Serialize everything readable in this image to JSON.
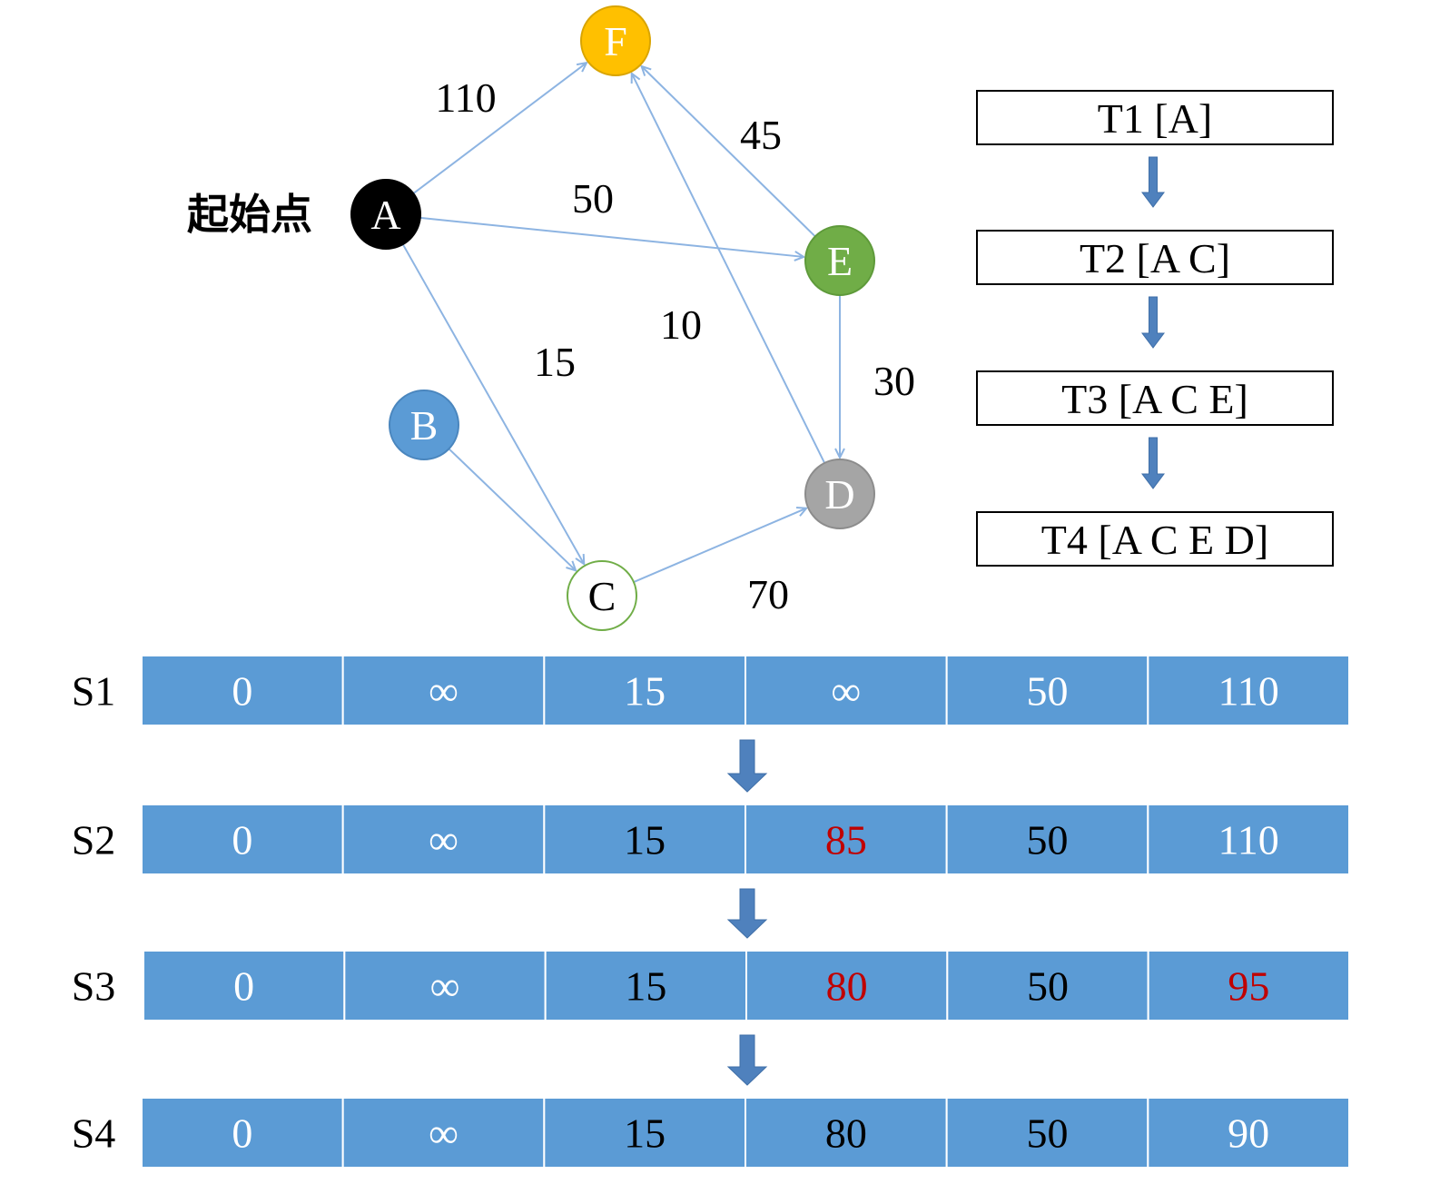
{
  "graph": {
    "start_label": "起始点",
    "nodes": [
      {
        "id": "A",
        "label": "A",
        "fill": "#000000",
        "stroke": "#000000",
        "text": "#ffffff"
      },
      {
        "id": "B",
        "label": "B",
        "fill": "#5B9BD5",
        "stroke": "#4A86BE",
        "text": "#ffffff"
      },
      {
        "id": "C",
        "label": "C",
        "fill": "#ffffff",
        "stroke": "#70AD47",
        "text": "#000000"
      },
      {
        "id": "D",
        "label": "D",
        "fill": "#A5A5A5",
        "stroke": "#8C8C8C",
        "text": "#ffffff"
      },
      {
        "id": "E",
        "label": "E",
        "fill": "#70AD47",
        "stroke": "#5E9A3A",
        "text": "#ffffff"
      },
      {
        "id": "F",
        "label": "F",
        "fill": "#FFC000",
        "stroke": "#D9A400",
        "text": "#ffffff"
      }
    ],
    "edges": [
      {
        "from": "A",
        "to": "F",
        "weight": "110"
      },
      {
        "from": "A",
        "to": "E",
        "weight": "50"
      },
      {
        "from": "A",
        "to": "C",
        "weight": "15"
      },
      {
        "from": "B",
        "to": "C",
        "weight": ""
      },
      {
        "from": "C",
        "to": "D",
        "weight": "70"
      },
      {
        "from": "E",
        "to": "F",
        "weight": "45"
      },
      {
        "from": "D",
        "to": "F",
        "weight": "10"
      },
      {
        "from": "E",
        "to": "D",
        "weight": "30"
      }
    ]
  },
  "steps": [
    "T1 [A]",
    "T2 [A C]",
    "T3 [A C E]",
    "T4 [A C E D]"
  ],
  "states": [
    {
      "label": "S1",
      "cells": [
        {
          "value": "0",
          "updated": false
        },
        {
          "value": "∞",
          "updated": false
        },
        {
          "value": "15",
          "updated": false
        },
        {
          "value": "∞",
          "updated": false
        },
        {
          "value": "50",
          "updated": false
        },
        {
          "value": "110",
          "updated": false
        }
      ]
    },
    {
      "label": "S2",
      "cells": [
        {
          "value": "0",
          "updated": false
        },
        {
          "value": "∞",
          "updated": false
        },
        {
          "value": "15",
          "updated": false
        },
        {
          "value": "85",
          "updated": true
        },
        {
          "value": "50",
          "updated": false
        },
        {
          "value": "110",
          "updated": false
        }
      ]
    },
    {
      "label": "S3",
      "cells": [
        {
          "value": "0",
          "updated": false
        },
        {
          "value": "∞",
          "updated": false
        },
        {
          "value": "15",
          "updated": false
        },
        {
          "value": "80",
          "updated": true
        },
        {
          "value": "50",
          "updated": false
        },
        {
          "value": "95",
          "updated": true
        }
      ]
    },
    {
      "label": "S4",
      "cells": [
        {
          "value": "0",
          "updated": false
        },
        {
          "value": "∞",
          "updated": false
        },
        {
          "value": "15",
          "updated": false
        },
        {
          "value": "80",
          "updated": false
        },
        {
          "value": "50",
          "updated": false
        },
        {
          "value": "90",
          "updated": false
        }
      ]
    }
  ],
  "colors": {
    "edge": "#8DB4E2",
    "cell_fill": "#5B9BD5",
    "flow_arrow": "#4F81BD",
    "text_normal_dark": "#000000",
    "text_light": "#ffffff",
    "text_updated": "#C00000"
  }
}
